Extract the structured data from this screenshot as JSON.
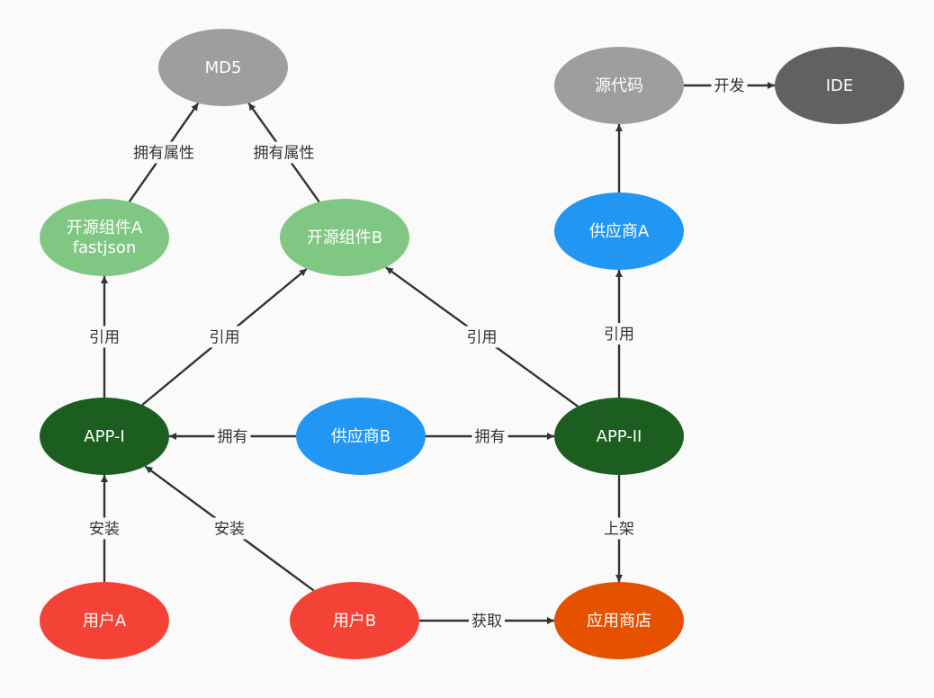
{
  "colors": {
    "gray": "#9e9e9e",
    "dark_gray": "#616161",
    "light_green": "#81c784",
    "dark_green": "#1b5e20",
    "blue": "#2196f3",
    "red": "#f44336",
    "orange": "#e65100",
    "edge": "#333333",
    "background": "#fafafa"
  },
  "nodes": {
    "md5": {
      "label": "MD5",
      "color": "gray"
    },
    "source_code": {
      "label": "源代码",
      "color": "gray"
    },
    "ide": {
      "label": "IDE",
      "color": "dark_gray"
    },
    "oss_a": {
      "label": [
        "开源组件A",
        "fastjson"
      ],
      "color": "light_green"
    },
    "oss_b": {
      "label": "开源组件B",
      "color": "light_green"
    },
    "vendor_a": {
      "label": "供应商A",
      "color": "blue"
    },
    "app1": {
      "label": "APP-I",
      "color": "dark_green"
    },
    "vendor_b": {
      "label": "供应商B",
      "color": "blue"
    },
    "app2": {
      "label": "APP-II",
      "color": "dark_green"
    },
    "user_a": {
      "label": "用户A",
      "color": "red"
    },
    "user_b": {
      "label": "用户B",
      "color": "red"
    },
    "app_store": {
      "label": "应用商店",
      "color": "orange"
    }
  },
  "edges": [
    {
      "id": "oss_a-md5",
      "from": "oss_a",
      "to": "md5",
      "label": "拥有属性"
    },
    {
      "id": "oss_b-md5",
      "from": "oss_b",
      "to": "md5",
      "label": "拥有属性"
    },
    {
      "id": "source-ide",
      "from": "source_code",
      "to": "ide",
      "label": "开发"
    },
    {
      "id": "vendor_a-source",
      "from": "vendor_a",
      "to": "source_code",
      "label": ""
    },
    {
      "id": "app1-oss_a",
      "from": "app1",
      "to": "oss_a",
      "label": "引用"
    },
    {
      "id": "app1-oss_b",
      "from": "app1",
      "to": "oss_b",
      "label": "引用"
    },
    {
      "id": "app2-oss_b",
      "from": "app2",
      "to": "oss_b",
      "label": "引用"
    },
    {
      "id": "app2-vendor_a",
      "from": "app2",
      "to": "vendor_a",
      "label": "引用"
    },
    {
      "id": "vendor_b-app1",
      "from": "vendor_b",
      "to": "app1",
      "label": "拥有"
    },
    {
      "id": "vendor_b-app2",
      "from": "vendor_b",
      "to": "app2",
      "label": "拥有"
    },
    {
      "id": "user_a-app1",
      "from": "user_a",
      "to": "app1",
      "label": "安装"
    },
    {
      "id": "user_b-app1",
      "from": "user_b",
      "to": "app1",
      "label": "安装"
    },
    {
      "id": "app2-store",
      "from": "app2",
      "to": "app_store",
      "label": "上架"
    },
    {
      "id": "user_b-store",
      "from": "user_b",
      "to": "app_store",
      "label": "获取"
    }
  ]
}
